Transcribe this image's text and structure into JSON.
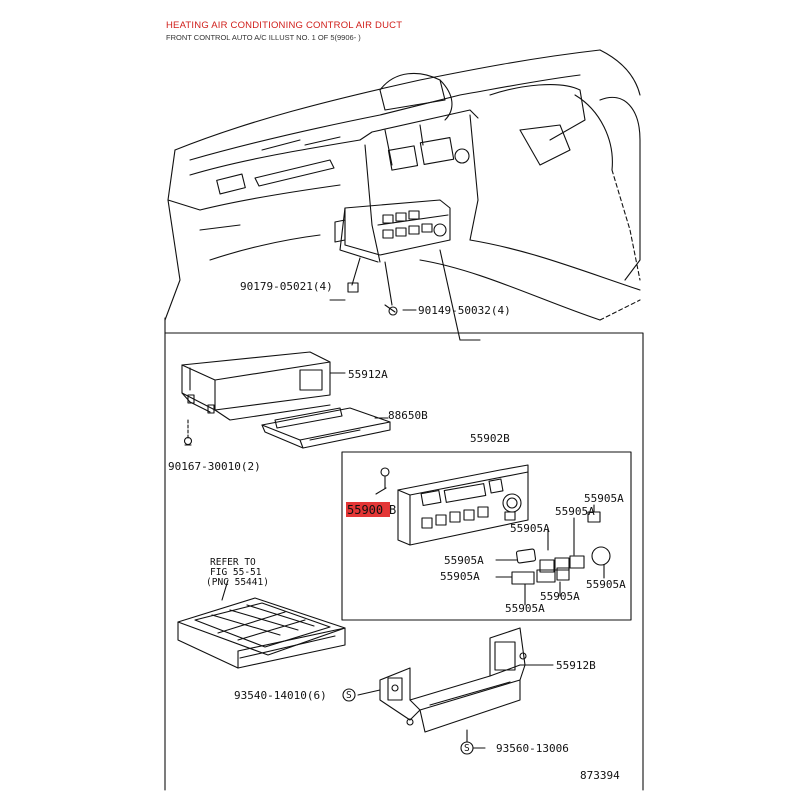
{
  "header": {
    "title": "HEATING AIR CONDITIONING CONTROL AIR DUCT",
    "subtitle": "FRONT CONTROL AUTO A/C ILLUST NO. 1 OF 5(9906- )"
  },
  "colors": {
    "title": "#d0201c",
    "highlight": "#e02020",
    "line": "#111111"
  },
  "top_labels": {
    "p90179": "90179-05021(4)",
    "p90149": "90149-50032(4)"
  },
  "box_labels": {
    "p55912A": "55912A",
    "p88650B": "88650B",
    "p55902B": "55902B",
    "p90167": "90167-30010(2)",
    "p55900_num": "55900",
    "p55900_suffix": "B",
    "p55905A_1": "55905A",
    "p55905A_2": "55905A",
    "p55905A_3": "55905A",
    "p55905A_4": "55905A",
    "p55905A_5": "55905A",
    "p55905A_6": "55905A",
    "p55905A_7": "55905A",
    "p55905A_8": "55905A",
    "refer_1": "REFER TO",
    "refer_2": "FIG 55-51",
    "refer_3": "(PNC 55441)",
    "p55912B": "55912B",
    "p93540": "93540-14010(6)",
    "p93560": "93560-13006",
    "s1": "S",
    "s2": "S"
  },
  "footer": {
    "illustration_number": "873394"
  }
}
